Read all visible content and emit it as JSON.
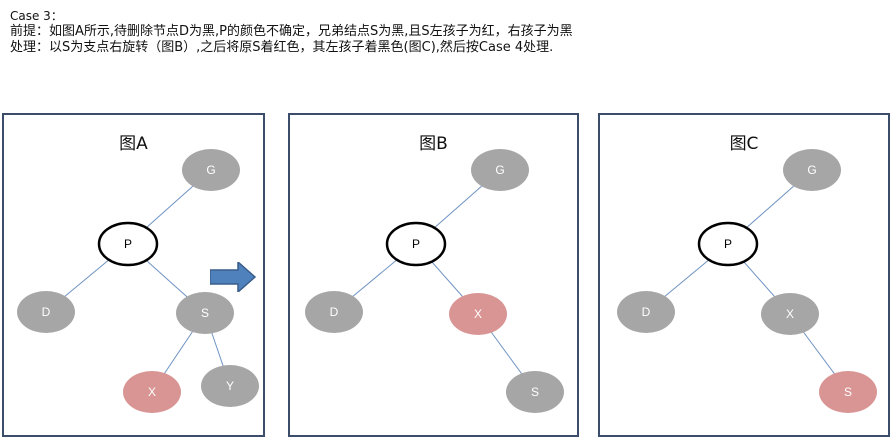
{
  "header": {
    "case": "Case 3：",
    "premise": "前提：如图A所示,待删除节点D为黑,P的颜色不确定，兄弟结点S为黑,且S左孩子为红，右孩子为黑",
    "handling": "处理：以S为支点右旋转（图B）,之后将原S着红色，其左孩子着黑色(图C),然后按Case 4处理."
  },
  "colors": {
    "black_node": "#a6a6a6",
    "red_node": "#d99594",
    "edge": "#6f93c4",
    "border": "#3b4d6b",
    "arrow": "#4f81bd"
  },
  "panels": [
    {
      "title": "图A",
      "nodes": [
        {
          "id": "G",
          "label": "G",
          "color": "black"
        },
        {
          "id": "P",
          "label": "P",
          "color": "white"
        },
        {
          "id": "D",
          "label": "D",
          "color": "black"
        },
        {
          "id": "S",
          "label": "S",
          "color": "black"
        },
        {
          "id": "X",
          "label": "X",
          "color": "red"
        },
        {
          "id": "Y",
          "label": "Y",
          "color": "black"
        }
      ],
      "edges": [
        [
          "G",
          "P"
        ],
        [
          "P",
          "D"
        ],
        [
          "P",
          "S"
        ],
        [
          "S",
          "X"
        ],
        [
          "S",
          "Y"
        ]
      ]
    },
    {
      "title": "图B",
      "nodes": [
        {
          "id": "G",
          "label": "G",
          "color": "black"
        },
        {
          "id": "P",
          "label": "P",
          "color": "white"
        },
        {
          "id": "D",
          "label": "D",
          "color": "black"
        },
        {
          "id": "X",
          "label": "X",
          "color": "red"
        },
        {
          "id": "S",
          "label": "S",
          "color": "black"
        }
      ],
      "edges": [
        [
          "G",
          "P"
        ],
        [
          "P",
          "D"
        ],
        [
          "P",
          "X"
        ],
        [
          "X",
          "S"
        ]
      ]
    },
    {
      "title": "图C",
      "nodes": [
        {
          "id": "G",
          "label": "G",
          "color": "black"
        },
        {
          "id": "P",
          "label": "P",
          "color": "white"
        },
        {
          "id": "D",
          "label": "D",
          "color": "black"
        },
        {
          "id": "X",
          "label": "X",
          "color": "black"
        },
        {
          "id": "S",
          "label": "S",
          "color": "red"
        }
      ],
      "edges": [
        [
          "G",
          "P"
        ],
        [
          "P",
          "D"
        ],
        [
          "P",
          "X"
        ],
        [
          "X",
          "S"
        ]
      ]
    }
  ]
}
